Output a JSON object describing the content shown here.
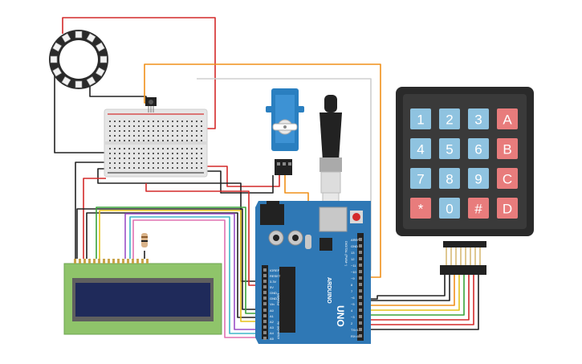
{
  "keypad": {
    "rows": [
      [
        "1",
        "2",
        "3",
        "A"
      ],
      [
        "4",
        "5",
        "6",
        "B"
      ],
      [
        "7",
        "8",
        "9",
        "C"
      ],
      [
        "*",
        "0",
        "#",
        "D"
      ]
    ],
    "colors": {
      "digit": "#8fc3e0",
      "letter": "#e87c7c",
      "frame": "#2a2a2a"
    }
  },
  "arduino": {
    "brand": "ARDUINO",
    "model": "UNO",
    "digital_pins": [
      "AREF",
      "GND",
      "13",
      "12",
      "~11",
      "~10",
      "~9",
      "8",
      "7",
      "~6",
      "~5",
      "4",
      "~3",
      "2",
      "TX>1",
      "RX<0"
    ],
    "power_pins": [
      "IOREF",
      "RESET",
      "3.3V",
      "5V",
      "GND",
      "GND",
      "Vin"
    ],
    "analog_pins": [
      "A0",
      "A1",
      "A2",
      "A3",
      "A4",
      "A5"
    ],
    "header_labels": {
      "digital": "DIGITAL (PWM~)",
      "power": "POWER",
      "analog": "ANALOG IN"
    },
    "board_color": "#2f78b5"
  },
  "lcd": {
    "screen_color": "#1f2a5a",
    "body_color": "#8fc46a"
  },
  "neopixel": {
    "count": 12
  },
  "wire_colors": {
    "red": "#d42a2a",
    "black": "#222222",
    "orange": "#f0911a",
    "green": "#3aa33a",
    "yellow": "#e5c21a",
    "purple": "#9a4fc7",
    "pink": "#e070b0",
    "cyan": "#3fb7c9",
    "grey": "#cfcfcf",
    "brown": "#8b5a2b"
  }
}
